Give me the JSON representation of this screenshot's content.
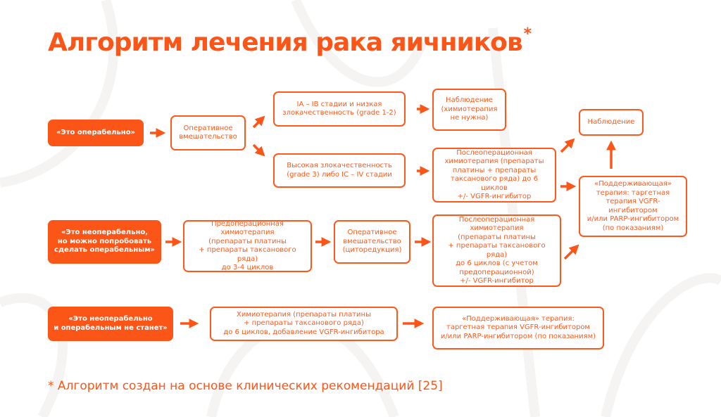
{
  "title": "Алгоритм лечения рака яичников",
  "title_mark": "*",
  "rows": {
    "operable": {
      "condition": "«Это операбельно»",
      "surgery": "Оперативное\nвмешательство",
      "low_grade": "IA – IB стадии и низкая\nзлокачественность (grade 1-2)",
      "high_grade": "Высокая злокачественность\n(grade 3) либо IC – IV стадии",
      "observation_no_chemo": "Наблюдение\n(химиотерапия\nне нужна)",
      "postop_chemo": "Послеоперационная\nхимиотерапия (препараты\nплатины + препараты\nтаксанового ряда) до 6 циклов\n+/- VGFR-ингибитор",
      "observation": "Наблюдение",
      "maintenance": "«Поддерживающая»\nтерапия: таргетная\nтерапия VGFR-ингибитором\nи/или PARP-ингибитором\n(по показаниям)"
    },
    "maybe_operable": {
      "condition": "«Это неоперабельно,\nно можно попробовать\nсделать операбельным»",
      "preop_chemo": "Предоперационная\nхимиотерапия\n(препараты платины\n+ препараты таксанового ряда)\nдо 3-4 циклов",
      "surgery": "Оперативное\nвмешательство\n(циторедукция)",
      "postop_chemo": "Послеоперационная\nхимиотерапия\n(препараты платины\n+ препараты таксанового ряда)\nдо 6 циклов (с учетом\nпредоперационной)\n+/- VGFR-ингибитор"
    },
    "inoperable": {
      "condition": "«Это неоперабельно\nи операбельным не станет»",
      "chemo": "Химиотерапия (препараты платины\n+ препараты таксанового ряда)\nдо 6 циклов, добавление VGFR-ингибитора",
      "maintenance": "«Поддерживающая» терапия:\nтаргетная терапия VGFR-ингибитором\nи/или PARP-ингибитором (по показаниям)"
    }
  },
  "footnote": "* Алгоритм создан на основе клинических рекомендаций [25]",
  "colors": {
    "accent": "#fc5518"
  }
}
